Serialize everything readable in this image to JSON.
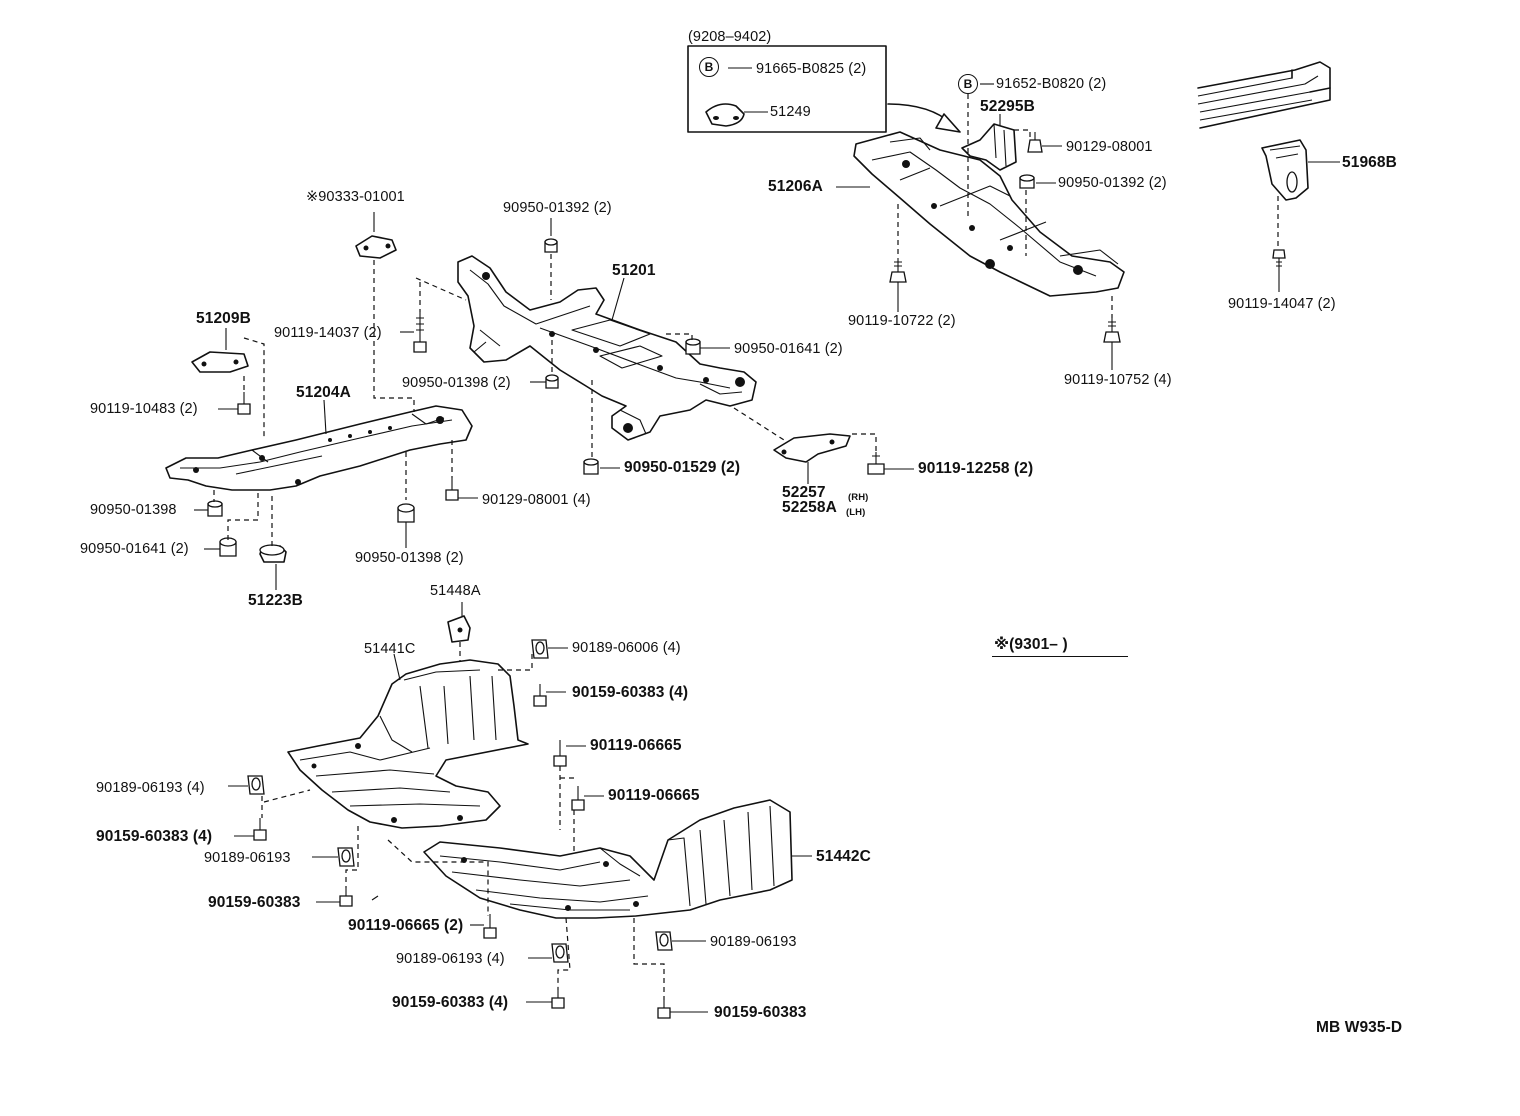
{
  "diagram": {
    "inset_box_range": "(9208–9402)",
    "note_range": "※(9301–        )",
    "figure_code": "MB W935-D",
    "circled_letter": "B",
    "labels": {
      "p91665": "91665-B0825 (2)",
      "p51249": "51249",
      "p91652": "91652-B0820 (2)",
      "p52295B": "52295B",
      "p90129_08001_top": "90129-08001",
      "p51206A": "51206A",
      "p90950_01392_right": "90950-01392 (2)",
      "p51968B": "51968B",
      "p90119_14047": "90119-14047 (2)",
      "p90119_10722": "90119-10722 (2)",
      "p90119_10752": "90119-10752 (4)",
      "p90333": "※90333-01001",
      "p90950_01392_mid": "90950-01392 (2)",
      "p51201": "51201",
      "p51209B": "51209B",
      "p90119_14037": "90119-14037 (2)",
      "p90950_01641_mid": "90950-01641 (2)",
      "p90950_01398_mid": "90950-01398 (2)",
      "p90119_10483": "90119-10483 (2)",
      "p51204A": "51204A",
      "p90950_01529": "90950-01529 (2)",
      "p90119_12258": "90119-12258 (2)",
      "p52257": "52257",
      "p52258A": "52258A",
      "rh": "(RH)",
      "lh": "(LH)",
      "p90129_08001_left": "90129-08001 (4)",
      "p90950_01398_left": "90950-01398",
      "p90950_01641_left": "90950-01641 (2)",
      "p90950_01398_bot": "90950-01398 (2)",
      "p51223B": "51223B",
      "p51448A": "51448A",
      "p51441C": "51441C",
      "p90189_06006": "90189-06006 (4)",
      "p90159_60383_a": "90159-60383 (4)",
      "p90119_06665_a": "90119-06665",
      "p90119_06665_b": "90119-06665",
      "p90189_06193_a": "90189-06193 (4)",
      "p90159_60383_b": "90159-60383 (4)",
      "p90189_06193_b": "90189-06193",
      "p90159_60383_c": "90159-60383",
      "p90119_06665_c": "90119-06665 (2)",
      "p51442C": "51442C",
      "p90189_06193_c": "90189-06193 (4)",
      "p90189_06193_d": "90189-06193",
      "p90159_60383_d": "90159-60383 (4)",
      "p90159_60383_e": "90159-60383"
    }
  }
}
